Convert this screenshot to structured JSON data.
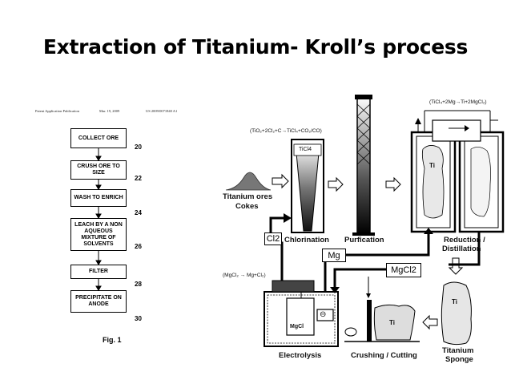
{
  "title": "Extraction of Titanium- Kroll’s process",
  "patent_header": {
    "left": "Patent Application Publication",
    "middle": "Mar. 19, 2009",
    "right": "US 2009/0071840 A1"
  },
  "flowchart": {
    "steps": [
      {
        "label": "COLLECT ORE",
        "number": "20"
      },
      {
        "label": "CRUSH ORE TO SIZE",
        "number": "22"
      },
      {
        "label": "WASH TO ENRICH",
        "number": "24"
      },
      {
        "label": "LEACH BY A NON AQUEOUS MIXTURE OF SOLVENTS",
        "number": "26"
      },
      {
        "label": "FILTER",
        "number": "28"
      },
      {
        "label": "PRECIPITATE ON ANODE",
        "number": "30"
      }
    ],
    "figure_label": "Fig. 1"
  },
  "process": {
    "equation_chlorination": "(TiO₂+2Cl₂+C→TiCl₄+CO₂/CO)",
    "equation_reduction": "(TiCl₄+2Mg→Ti+2MgCl₂)",
    "equation_electrolysis": "(MgCl₂ → Mg+Cl₂)",
    "ores_label_1": "Titanium ores",
    "ores_label_2": "Cokes",
    "ticl4_label": "TiCl4",
    "cl2_label": "Cl2",
    "chlorination_label": "Chlorination",
    "purification_label": "Purfication",
    "reduction_label_1": "Reduction /",
    "reduction_label_2": "Distillation",
    "mg_label": "Mg",
    "mgcl2_label": "MgCl2",
    "ti_label_reactor": "Ti",
    "ti_label_sponge": "Ti",
    "ti_label_crusher": "Ti",
    "sponge_label_1": "Titanium",
    "sponge_label_2": "Sponge",
    "electrolysis_label": "Electrolysis",
    "electrolysis_cell_label": "MgCl",
    "electrode_symbol": "⊖",
    "crushing_label": "Crushing / Cutting"
  }
}
